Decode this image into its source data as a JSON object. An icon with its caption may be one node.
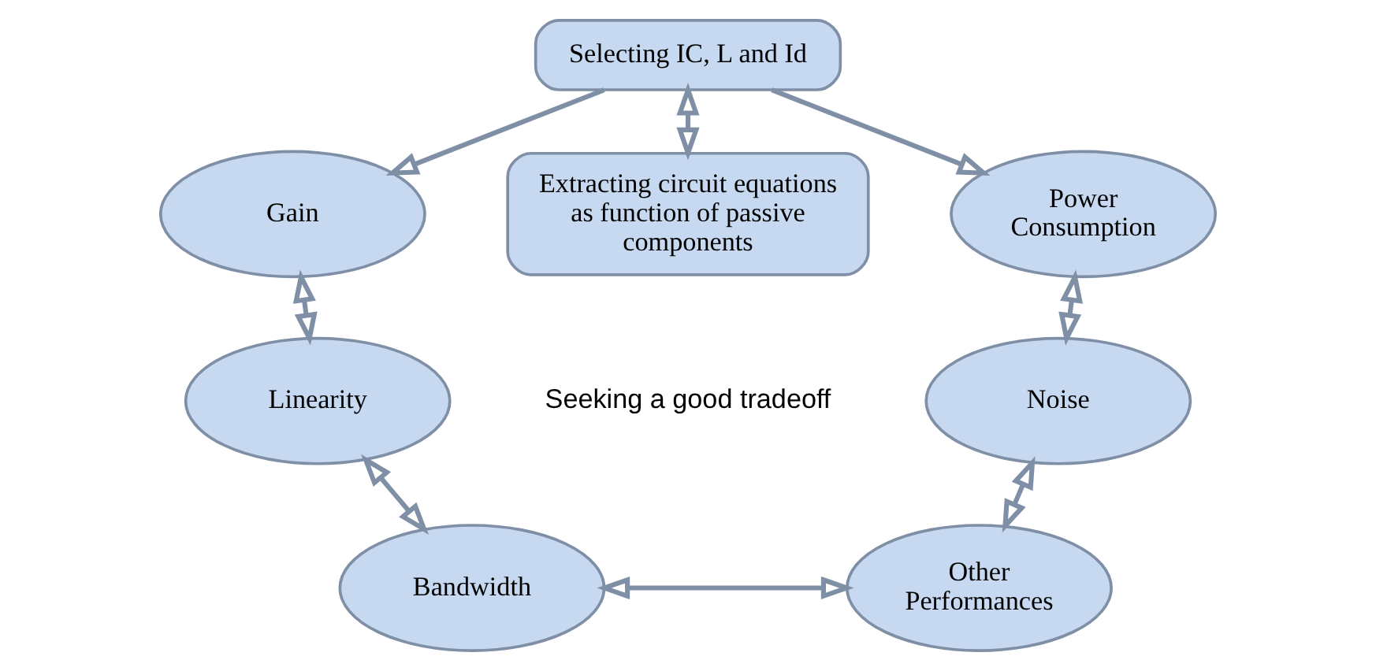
{
  "diagram": {
    "nodes": [
      {
        "text": [
          "Selecting IC, L and Id"
        ]
      },
      {
        "text": [
          "Extracting circuit equations as function of passive components"
        ]
      },
      {
        "text": [
          "Gain"
        ]
      },
      {
        "text": [
          "Power Consumption"
        ]
      },
      {
        "text": [
          "Linearity"
        ]
      },
      {
        "text": [
          "Noise"
        ]
      },
      {
        "text": [
          "Bandwidth"
        ]
      },
      {
        "text": [
          "Other Performances"
        ]
      }
    ],
    "edges": [
      {
        "from": 0,
        "to": 2,
        "arrow": "to"
      },
      {
        "from": 0,
        "to": 3,
        "arrow": "to"
      },
      {
        "from": 0,
        "to": 1,
        "arrow": "both"
      },
      {
        "from": 2,
        "to": 4,
        "arrow": "both"
      },
      {
        "from": 3,
        "to": 5,
        "arrow": "both"
      },
      {
        "from": 4,
        "to": 6,
        "arrow": "both"
      },
      {
        "from": 5,
        "to": 7,
        "arrow": "both"
      },
      {
        "from": 6,
        "to": 7,
        "arrow": "both"
      }
    ],
    "labels": [
      "Seeking a good tradeoff"
    ]
  }
}
